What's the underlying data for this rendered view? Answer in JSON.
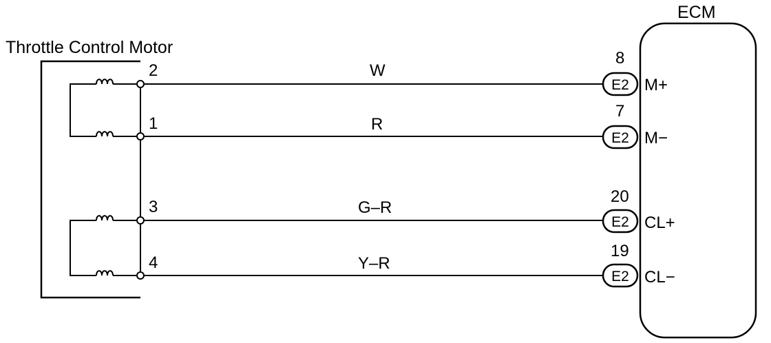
{
  "components": {
    "motor": {
      "title": "Throttle Control Motor"
    },
    "ecm": {
      "title": "ECM"
    }
  },
  "circuits": [
    {
      "motor_pin": "2",
      "wire_color": "W",
      "ecm_pin": "8",
      "connector": "E2",
      "ecm_terminal": "M+"
    },
    {
      "motor_pin": "1",
      "wire_color": "R",
      "ecm_pin": "7",
      "connector": "E2",
      "ecm_terminal": "M−"
    },
    {
      "motor_pin": "3",
      "wire_color": "G–R",
      "ecm_pin": "20",
      "connector": "E2",
      "ecm_terminal": "CL+"
    },
    {
      "motor_pin": "4",
      "wire_color": "Y–R",
      "ecm_pin": "19",
      "connector": "E2",
      "ecm_terminal": "CL−"
    }
  ]
}
